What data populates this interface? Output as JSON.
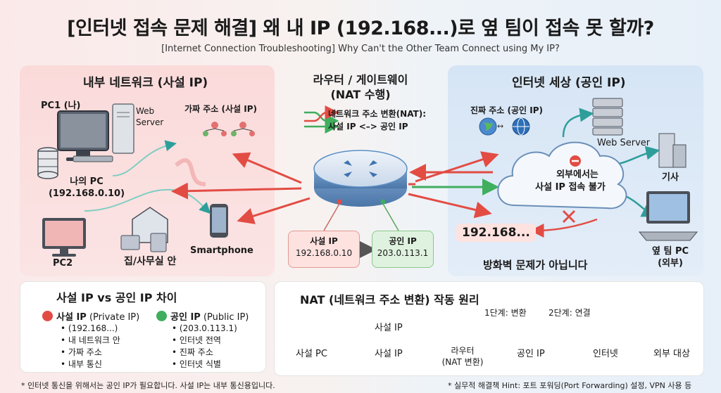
{
  "header": {
    "title": "[인터넷 접속 문제 해결] 왜 내 IP (192.168...)로 옆 팀이 접속 못 할까?",
    "subtitle": "[Internet Connection Troubleshooting] Why Can't the Other Team Connect using My IP?"
  },
  "left_panel": {
    "title": "내부 네트워크 (사설 IP)",
    "pc1_label": "PC1 (나)",
    "web_server": "Web\nServer",
    "fake_address": "가짜 주소 (사설 IP)",
    "my_pc": "나의 PC\n(192.168.0.10)",
    "pc2": "PC2",
    "home_office": "집/사무실 안",
    "smartphone": "Smartphone"
  },
  "router": {
    "title": "라우터 / 게이트웨이\n(NAT 수행)",
    "nat_line1": "네트워크 주소 변환(NAT):",
    "nat_line2": "사설 IP <–> 공인 IP",
    "private_label": "사설 IP",
    "private_value": "192.168.0.10",
    "public_label": "공인 IP",
    "public_value": "203.0.113.1"
  },
  "right_panel": {
    "title": "인터넷 세상 (공인 IP)",
    "real_address": "진짜 주소 (공인 IP)",
    "web_server": "Web Server",
    "blocked_line1": "외부에서는",
    "blocked_line2": "사설 IP 접속 불가",
    "company": "기사",
    "private_prefix": "192.168...",
    "neighbor_pc": "옆 팀 PC\n(외부)",
    "not_firewall": "방화벽 문제가 아닙니다"
  },
  "compare_card": {
    "title": "사설 IP vs 공인 IP 차이",
    "private_head": "사설 IP",
    "private_sub": " (Private IP)",
    "private_items": [
      "(192.168...)",
      "내 네트워크 안",
      "가짜 주소",
      "내부 통신"
    ],
    "public_head": "공인 IP",
    "public_sub": " (Public IP)",
    "public_items": [
      "(203.0.113.1)",
      "인터넷 전역",
      "진짜 주소",
      "인터넷 식별"
    ]
  },
  "nat_card": {
    "title": "NAT (네트워크 주소 변환) 작동 원리",
    "step1": "1단계: 변환",
    "step2": "2단계: 연결",
    "arrow_label": "사설 IP",
    "nodes": [
      "사설 PC",
      "사설 IP",
      "라우터\n(NAT 변환)",
      "공인 IP",
      "인터넷",
      "외부 대상"
    ]
  },
  "footer": {
    "left": "* 인터넷 통신을 위해서는 공인 IP가 필요합니다. 사설 IP는 내부 통신용입니다.",
    "right": "* 실무적 해결책 Hint: 포트 포워딩(Port Forwarding) 설정, VPN 사용 등"
  },
  "colors": {
    "red": "#e24c43",
    "green": "#3fae5d",
    "teal": "#2e9e9a",
    "router_blue": "#5b8fc4"
  }
}
